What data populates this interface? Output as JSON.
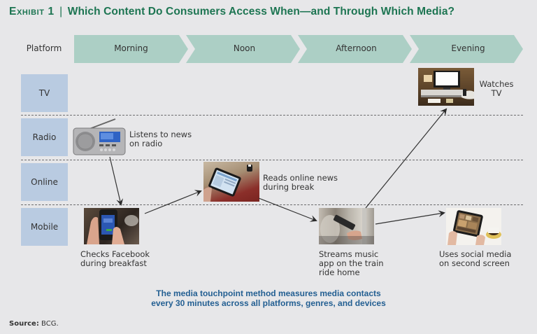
{
  "title": {
    "exhibit": "Exhibit 1",
    "separator": "|",
    "text": "Which Content Do Consumers Access When—and Through Which Media?"
  },
  "header": {
    "platform_label": "Platform",
    "time_periods": [
      "Morning",
      "Noon",
      "Afternoon",
      "Evening"
    ]
  },
  "platforms": [
    "TV",
    "Radio",
    "Online",
    "Mobile"
  ],
  "touchpoints": [
    {
      "id": "radio",
      "platform": "Radio",
      "time": "Morning",
      "caption": "Listens to news on radio",
      "caption_lines": [
        "Listens to news",
        "on radio"
      ],
      "icon": "radio-icon"
    },
    {
      "id": "facebook",
      "platform": "Mobile",
      "time": "Morning",
      "caption": "Checks Facebook during breakfast",
      "caption_lines": [
        "Checks Facebook",
        "during breakfast"
      ],
      "icon": "smartphone-icon"
    },
    {
      "id": "online-news",
      "platform": "Online",
      "time": "Noon",
      "caption": "Reads online news during break",
      "caption_lines": [
        "Reads online news",
        "during break"
      ],
      "icon": "tablet-icon"
    },
    {
      "id": "music",
      "platform": "Mobile",
      "time": "Afternoon",
      "caption": "Streams music app on the train ride home",
      "caption_lines": [
        "Streams music",
        "app on the train",
        "ride home"
      ],
      "icon": "smartphone-icon"
    },
    {
      "id": "tv",
      "platform": "TV",
      "time": "Evening",
      "caption": "Watches TV",
      "caption_lines": [
        "Watches",
        "TV"
      ],
      "icon": "television-icon"
    },
    {
      "id": "social",
      "platform": "Mobile",
      "time": "Evening",
      "caption": "Uses social media on second screen",
      "caption_lines": [
        "Uses social media",
        "on second screen"
      ],
      "icon": "tablet-icon"
    }
  ],
  "flow": [
    {
      "from": "radio",
      "to": "facebook"
    },
    {
      "from": "facebook",
      "to": "online-news"
    },
    {
      "from": "online-news",
      "to": "music"
    },
    {
      "from": "music",
      "to": "tv"
    },
    {
      "from": "music",
      "to": "social"
    }
  ],
  "note_lines": [
    "The media touchpoint method measures media contacts",
    "every 30 minutes across all platforms, genres, and devices"
  ],
  "source": {
    "label": "Source:",
    "value": "BCG."
  },
  "colors": {
    "title": "#1d7552",
    "chevron": "#accfc5",
    "platform_box": "#b9cbe1",
    "note": "#235f92",
    "background": "#e7e7e9"
  }
}
